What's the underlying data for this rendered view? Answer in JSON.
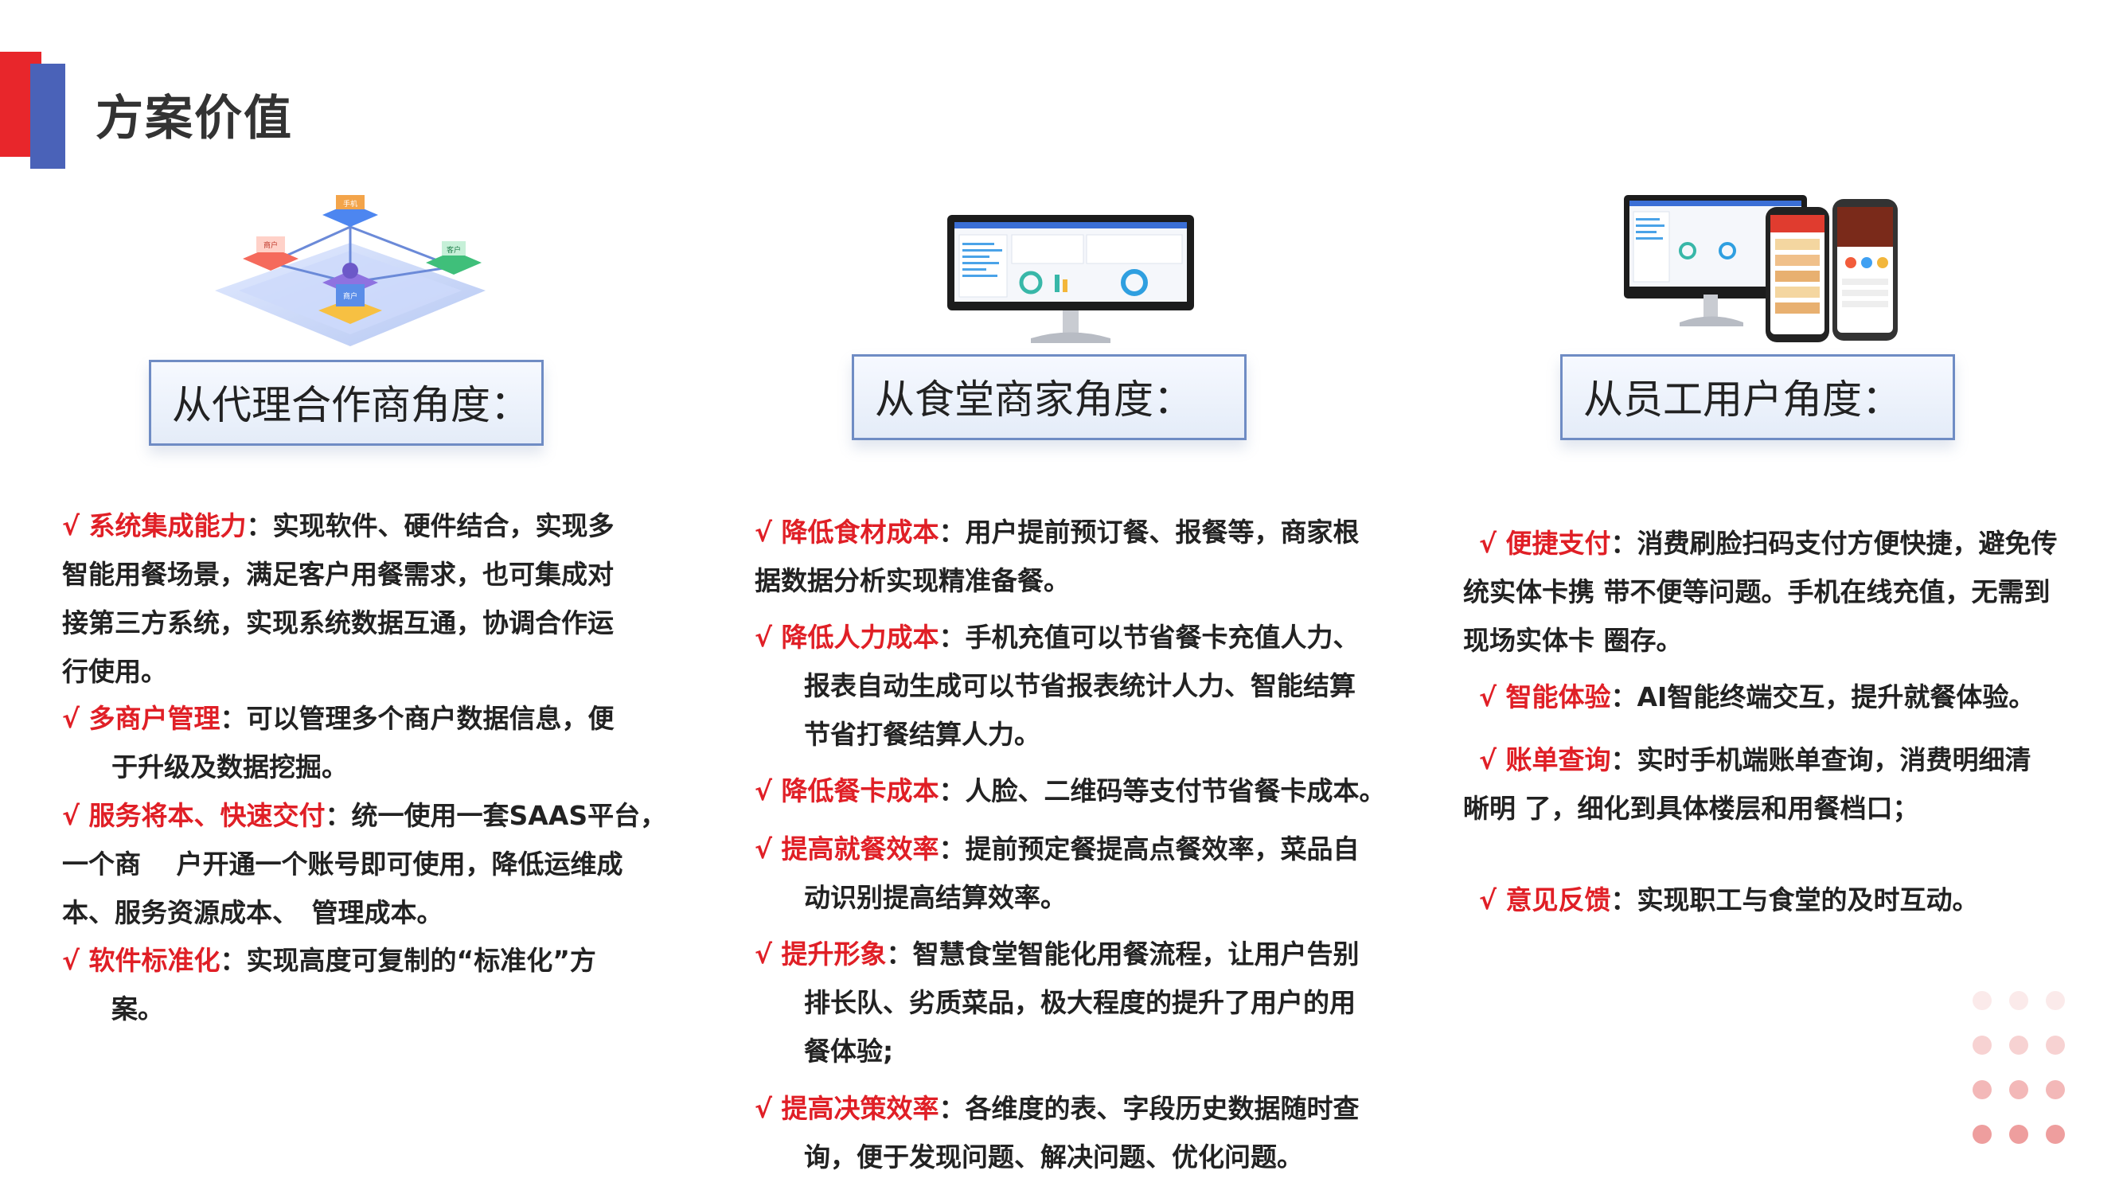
{
  "page": {
    "title": "方案价值"
  },
  "columns": [
    {
      "header": "从代理合作商角度：",
      "items": [
        {
          "keyword": "系统集成能力",
          "lines": [
            "：实现软件、硬件结合，实现多",
            "智能用餐场景，满足客户用餐需求，也可集成对",
            "接第三方系统，实现系统数据互通，协调合作运",
            "行使用。"
          ]
        },
        {
          "keyword": "多商户管理",
          "lines": [
            "：可以管理多个商户数据信息，便",
            "于升级及数据挖掘。"
          ]
        },
        {
          "keyword": "服务将本、快速交付",
          "lines": [
            "：统一使用一套SAAS平台，",
            "一个商　 户开通一个账号即可使用，降低运维成",
            "本、服务资源成本、　管理成本。"
          ]
        },
        {
          "keyword": "软件标准化",
          "lines": [
            "：实现高度可复制的“标准化”方",
            "案。"
          ]
        }
      ]
    },
    {
      "header": "从食堂商家角度：",
      "items": [
        {
          "keyword": "降低食材成本",
          "lines": [
            "：用户提前预订餐、报餐等，商家根",
            "据数据分析实现精准备餐。"
          ]
        },
        {
          "keyword": "降低人力成本",
          "lines": [
            "：手机充值可以节省餐卡充值人力、",
            "报表自动生成可以节省报表统计人力、智能结算",
            "节省打餐结算人力。"
          ]
        },
        {
          "keyword": "降低餐卡成本",
          "lines": [
            "：人脸、二维码等支付节省餐卡成本。"
          ]
        },
        {
          "keyword": "提高就餐效率",
          "lines": [
            "：提前预定餐提高点餐效率，菜品自",
            "动识别提高结算效率。"
          ]
        },
        {
          "keyword": "提升形象",
          "lines": [
            "：智慧食堂智能化用餐流程，让用户告别",
            "排长队、劣质菜品，极大程度的提升了用户的用",
            "餐体验;"
          ]
        },
        {
          "keyword": "提高决策效率",
          "lines": [
            "：各维度的表、字段历史数据随时查",
            "询，便于发现问题、解决问题、优化问题。"
          ]
        }
      ]
    },
    {
      "header": "从员工用户角度：",
      "items": [
        {
          "keyword": "便捷支付",
          "lines": [
            "：消费刷脸扫码支付方便快捷，避免传",
            "统实体卡携 带不便等问题。手机在线充值，无需到",
            "现场实体卡 圈存。"
          ]
        },
        {
          "keyword": "智能体验",
          "lines": [
            "：AI智能终端交互，提升就餐体验。"
          ]
        },
        {
          "keyword": "账单查询",
          "lines": [
            "：实时手机端账单查询，消费明细清",
            "晰明 了，细化到具体楼层和用餐档口；"
          ]
        },
        {
          "keyword": "意见反馈",
          "lines": [
            "：实现职工与食堂的及时互动。"
          ]
        }
      ]
    }
  ],
  "check_mark": "√",
  "illustrations": {
    "map_labels": [
      "手机",
      "商户",
      "客户",
      "商户"
    ]
  }
}
